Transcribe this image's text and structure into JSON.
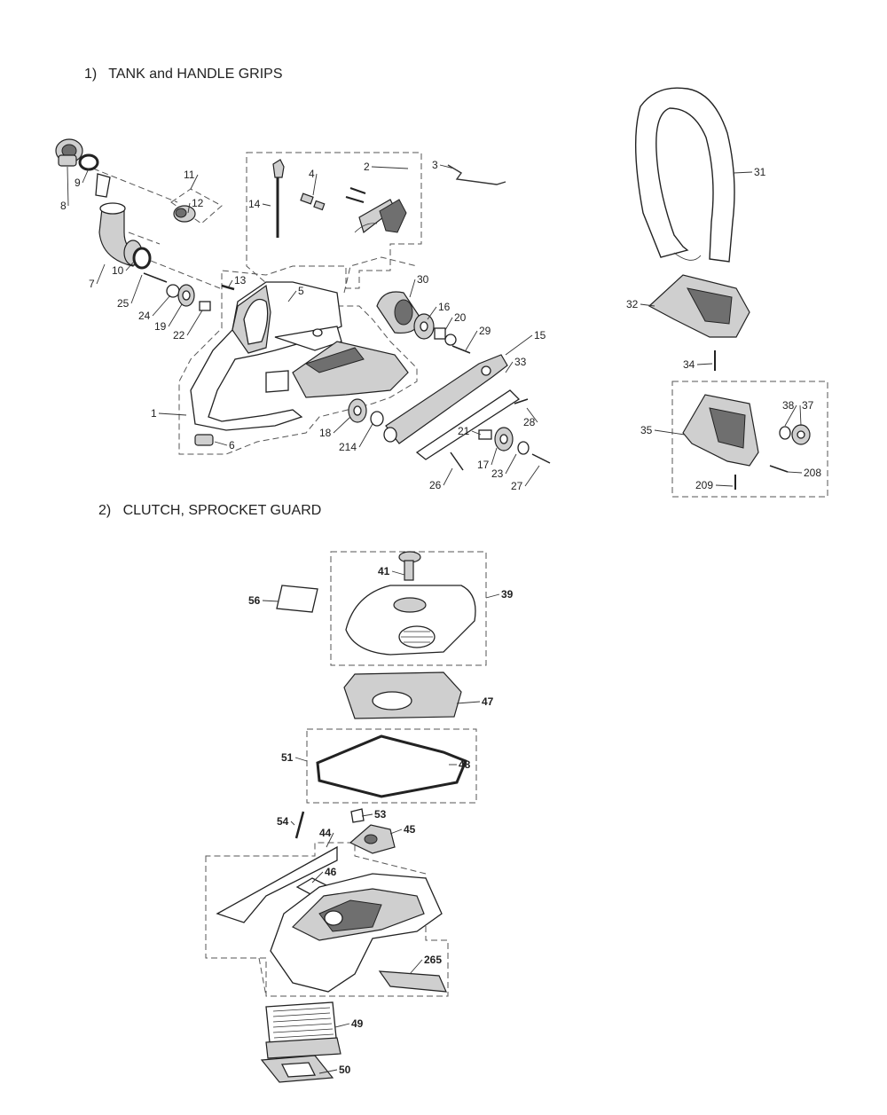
{
  "sections": [
    {
      "title": "1)   TANK and HANDLE GRIPS"
    },
    {
      "title": "2)   CLUTCH, SPROCKET GUARD"
    }
  ],
  "callouts_section1": [
    "1",
    "2",
    "3",
    "4",
    "5",
    "6",
    "7",
    "8",
    "9",
    "10",
    "11",
    "12",
    "13",
    "14",
    "15",
    "16",
    "17",
    "18",
    "19",
    "20",
    "21",
    "22",
    "23",
    "24",
    "25",
    "26",
    "27",
    "28",
    "29",
    "30",
    "31",
    "32",
    "33",
    "34",
    "35",
    "37",
    "38",
    "208",
    "209",
    "214"
  ],
  "callouts_section2": [
    "39",
    "41",
    "44",
    "45",
    "46",
    "47",
    "48",
    "49",
    "50",
    "51",
    "53",
    "54",
    "56",
    "265"
  ]
}
